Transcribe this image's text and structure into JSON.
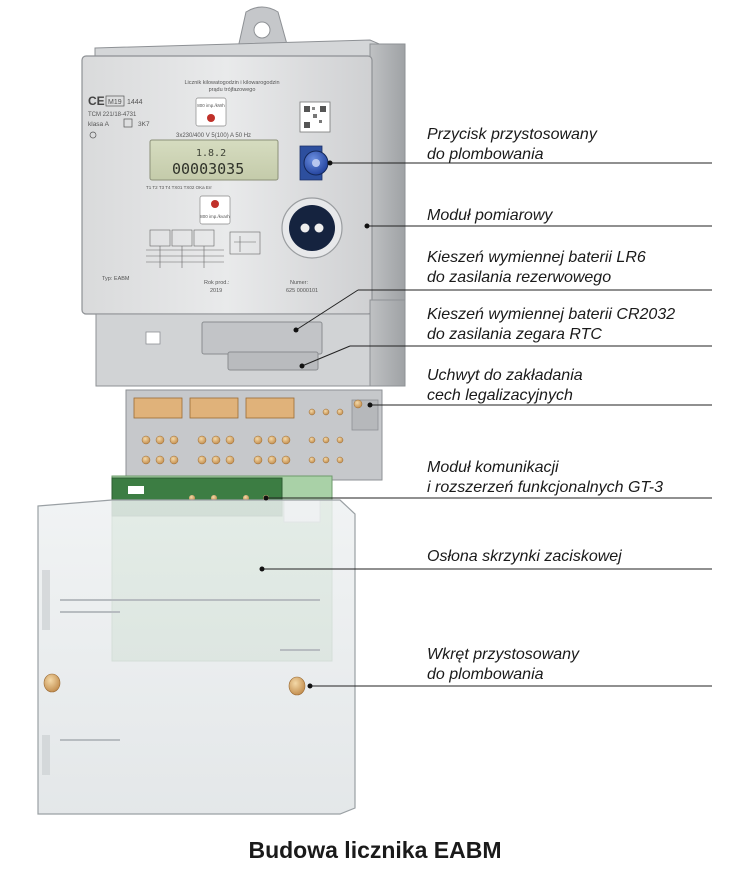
{
  "caption": "Budowa licznika EABM",
  "callouts": [
    {
      "id": "seal-button",
      "lines": [
        "Przycisk przystosowany",
        "do plombowania"
      ]
    },
    {
      "id": "measuring-module",
      "lines": [
        "Moduł pomiarowy"
      ]
    },
    {
      "id": "lr6-battery-pocket",
      "lines": [
        "Kieszeń wymiennej baterii LR6",
        "do zasilania rezerwowego"
      ]
    },
    {
      "id": "cr2032-battery-pocket",
      "lines": [
        "Kieszeń wymiennej baterii CR2032",
        "do zasilania zegara RTC"
      ]
    },
    {
      "id": "legalization-holder",
      "lines": [
        "Uchwyt do zakładania",
        "cech legalizacyjnych"
      ]
    },
    {
      "id": "gt3-module",
      "lines": [
        "Moduł komunikacji",
        "i rozszerzeń funkcjonalnych GT-3"
      ]
    },
    {
      "id": "terminal-cover",
      "lines": [
        "Osłona skrzynki zaciskowej"
      ]
    },
    {
      "id": "seal-screw",
      "lines": [
        "Wkręt przystosowany",
        "do plombowania"
      ]
    }
  ],
  "meter": {
    "title_line1": "Licznik kilowatogodzin i kilowarogodzin",
    "title_line2": "prądu trójfazowego",
    "ce_mark": "CE",
    "m_mark": "M19",
    "m_code": "1444",
    "approval": "TCM 221/18-4731",
    "class": "klasa A",
    "code": "3K7",
    "ratings": "3x230/400 V   5(100) A   50 Hz",
    "display_main": "00003035",
    "display_small": "1.8.2",
    "led_label_top": "800 imp./kWh",
    "led_label_bottom": "800 imp./kvarh",
    "tariff_labels": "T1   T2   T3   T4   TX01 TX02      OKa         Err",
    "type_label": "Typ: EABM",
    "year_label": "Rok prod.:",
    "year_value": "2019",
    "number_label": "Numer:",
    "number_value": "625 0000101"
  }
}
